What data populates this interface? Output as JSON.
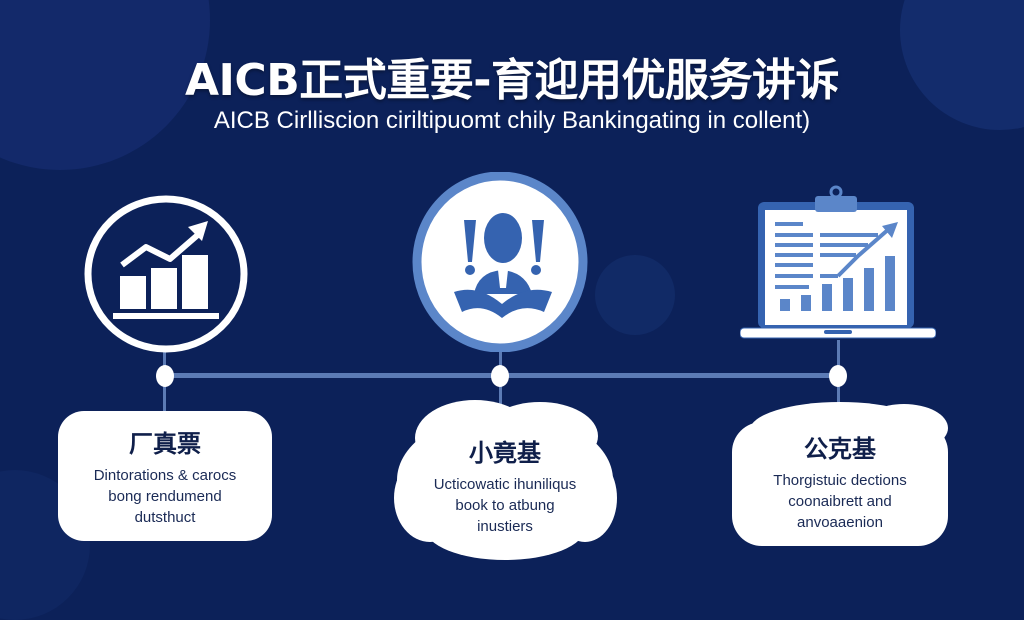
{
  "header": {
    "title": "AICB正式重要-育迎用优服务讲诉",
    "subtitle": "AICB Cirlliscion ciriltipuomt chily Bankingating in collent)"
  },
  "colors": {
    "background": "#0c2159",
    "accent_blue": "#5b86c9",
    "icon_blue": "#3563b0",
    "timeline": "#5c7bb5",
    "card_bg": "#ffffff",
    "card_text": "#0f1f4a"
  },
  "steps": [
    {
      "icon": "growth-chart-icon",
      "title": "厂真票",
      "lines": [
        "Dintorations & carocs",
        "bong rendumend",
        "dutsthuct"
      ]
    },
    {
      "icon": "person-reading-book-icon",
      "title": "小竟基",
      "lines": [
        "Ucticowatic ihuniliqus",
        "book to atbung",
        "inustiers"
      ]
    },
    {
      "icon": "laptop-report-chart-icon",
      "title": "公克基",
      "lines": [
        "Thorgistuic dections",
        "coonaibrett and",
        "anvoaaenion"
      ]
    }
  ]
}
